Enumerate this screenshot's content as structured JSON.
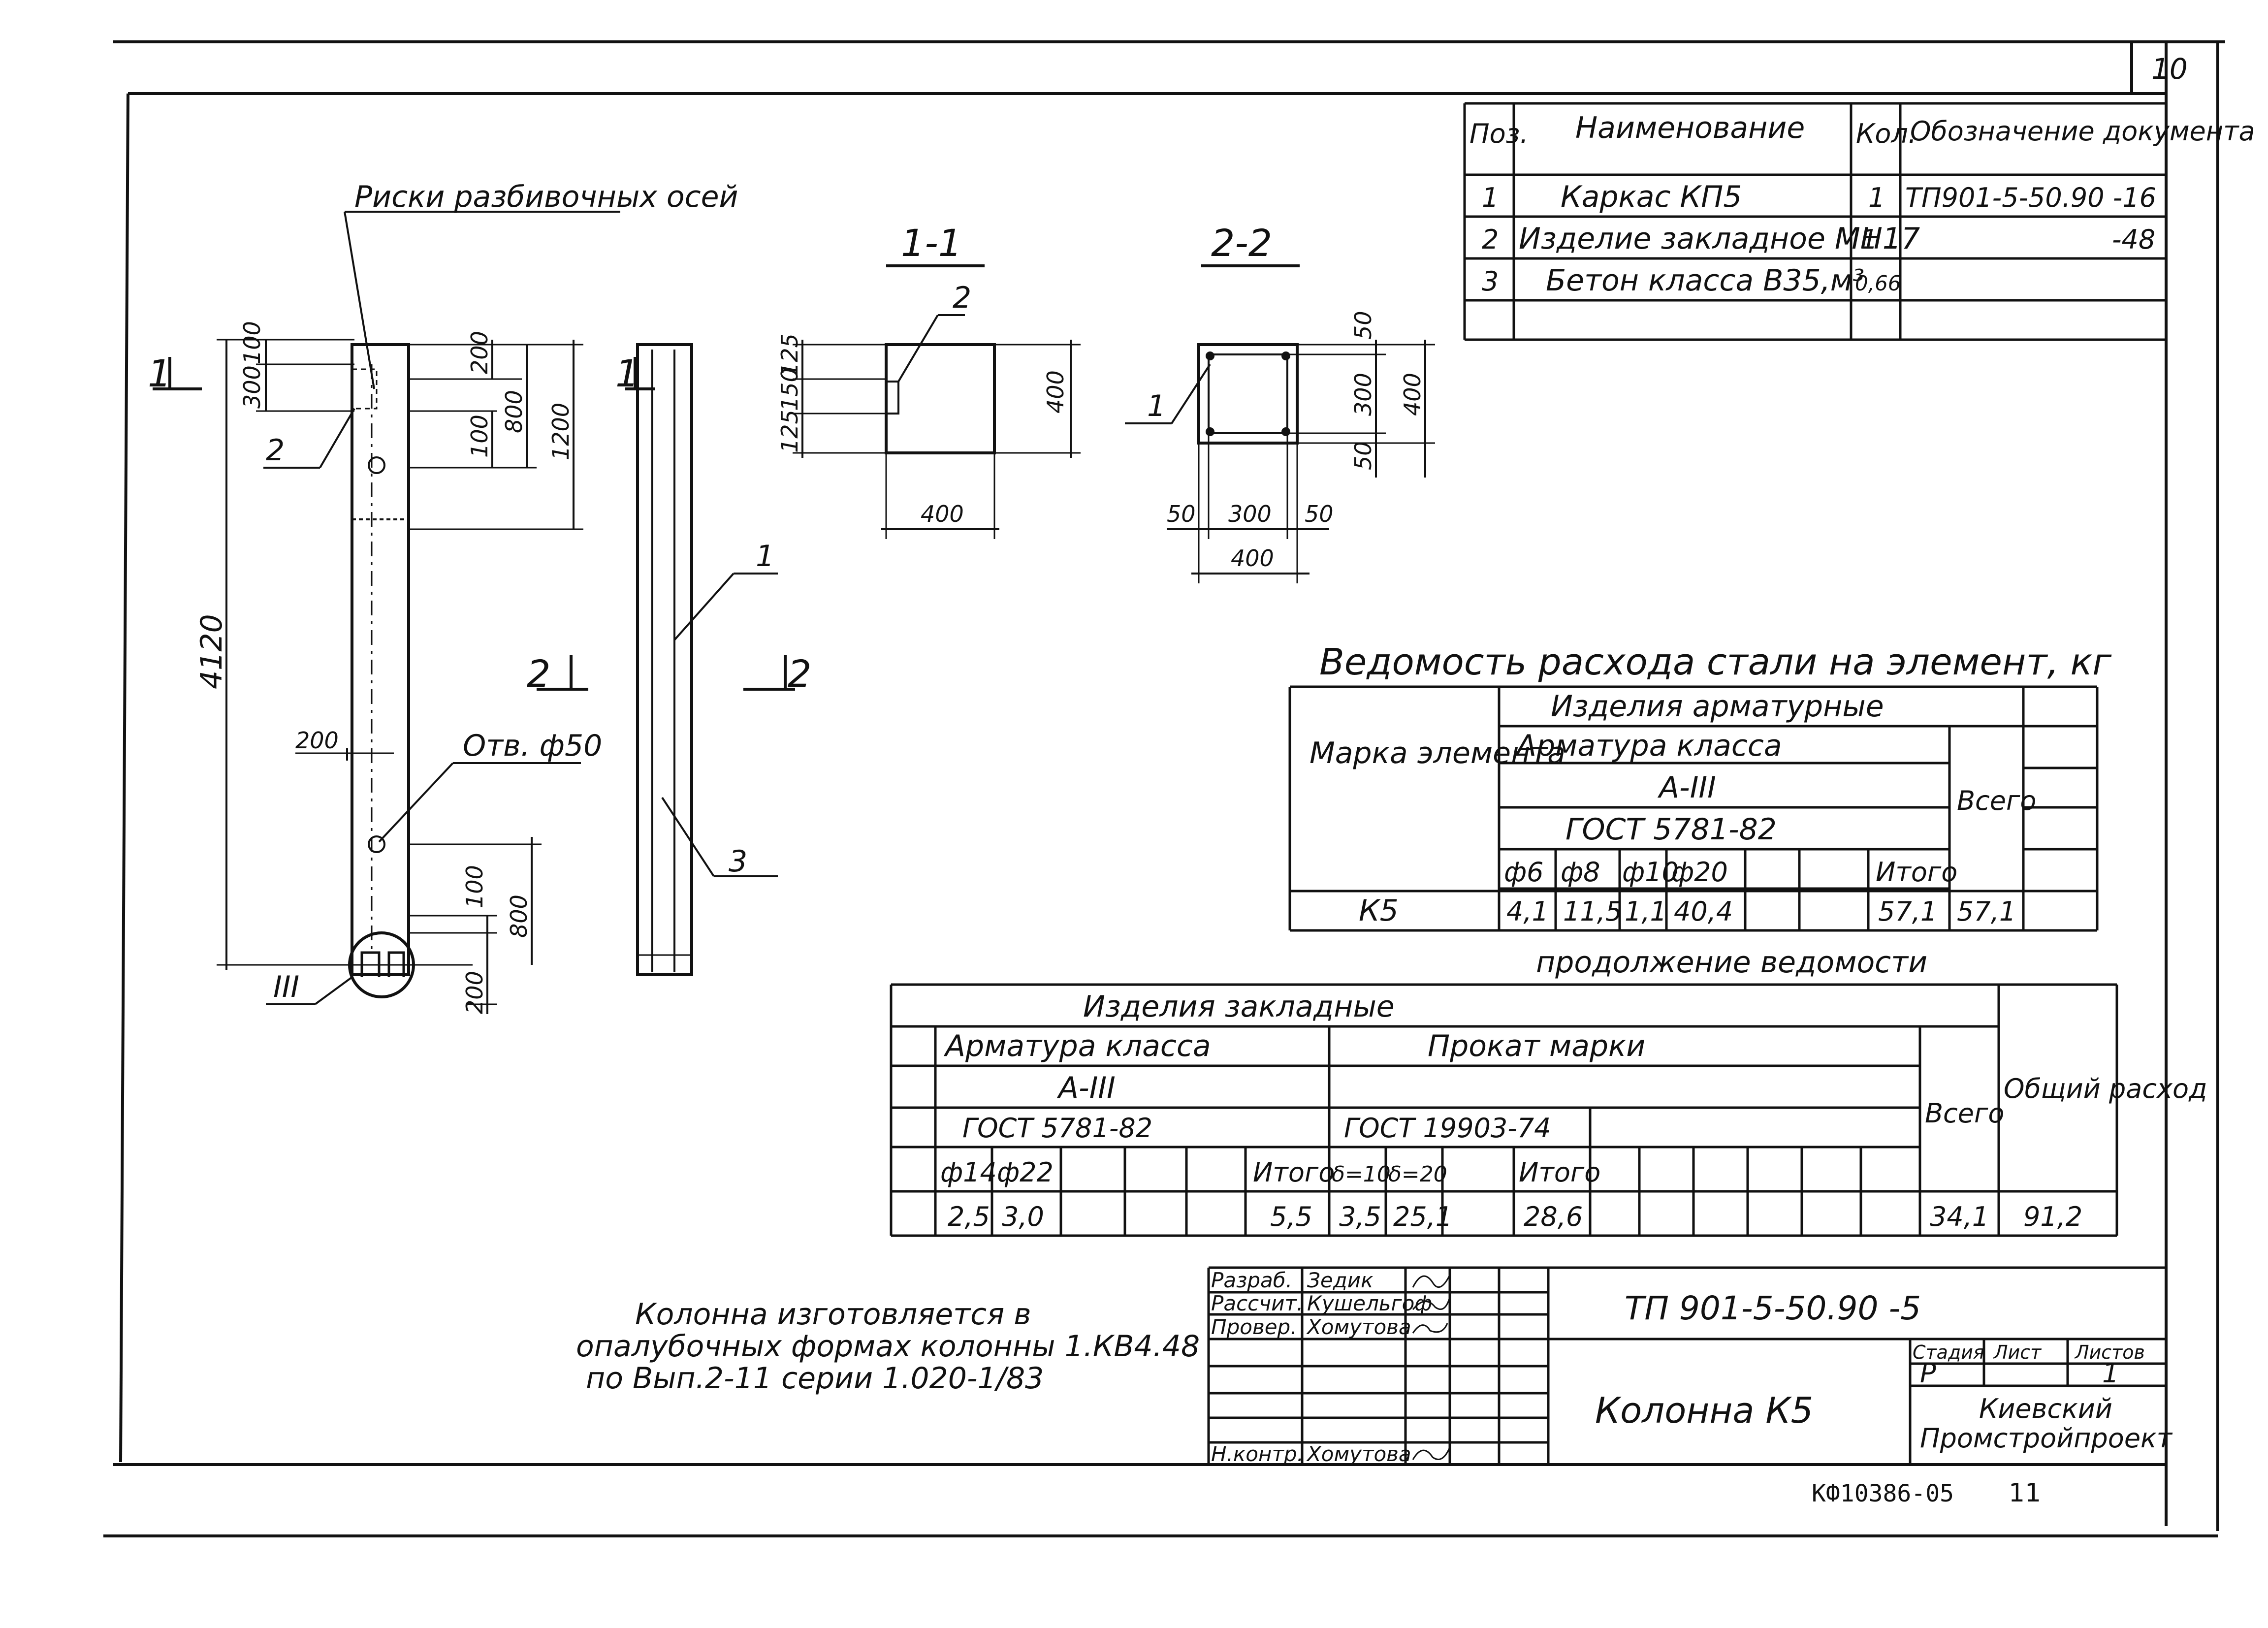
{
  "sheet": {
    "corner_number": "10",
    "archive_code": "КФ10386-05",
    "archive_page": "11"
  },
  "spec_table": {
    "headers": {
      "pos": "Поз.",
      "name": "Наименование",
      "qty": "Кол.",
      "doc": "Обозначение документа"
    },
    "rows": [
      {
        "pos": "1",
        "name": "Каркас КП5",
        "qty": "1",
        "doc": "ТП901-5-50.90 -16"
      },
      {
        "pos": "2",
        "name": "Изделие закладное МН17",
        "qty": "1",
        "doc": "-48"
      },
      {
        "pos": "3",
        "name": "Бетон класса В35,м³",
        "qty": "0,66",
        "doc": ""
      }
    ]
  },
  "drawing": {
    "label_axes": "Риски разбивочных осей",
    "section_1_title": "1-1",
    "section_2_title": "2-2",
    "section_mark_1": "1",
    "section_mark_2": "2",
    "hole_label": "Отв. ф50",
    "node_label": "III",
    "callouts": {
      "c1": "1",
      "c2": "2",
      "c3": "3"
    },
    "dims_elevation": {
      "d100": "100",
      "d300": "300",
      "d200a": "200",
      "d100b": "100",
      "d800": "800",
      "d1200": "1200",
      "d4120": "4120",
      "d200b": "200",
      "d100c": "100",
      "d800b": "800",
      "d200c": "200"
    },
    "dims_section1": {
      "d125": "125",
      "d150": "150",
      "d125b": "125",
      "d400v": "400",
      "d400h": "400"
    },
    "dims_section2": {
      "d50a": "50",
      "d300v": "300",
      "d50b": "50",
      "d400v": "400",
      "d50c": "50",
      "d300h": "300",
      "d50d": "50",
      "d400h": "400"
    }
  },
  "steel_table": {
    "title": "Ведомость расхода стали на элемент, кг",
    "col_mark": "Марка элемента",
    "group": "Изделия арматурные",
    "armature_class": "Арматура класса",
    "class_value": "А-III",
    "gost": "ГОСТ 5781-82",
    "total_label": "Всего",
    "diameters": [
      "ф6",
      "ф8",
      "ф10",
      "ф20",
      "",
      "",
      "Итого"
    ],
    "row": {
      "mark": "К5",
      "values": [
        "4,1",
        "11,5",
        "1,1",
        "40,4",
        "",
        "",
        "57,1"
      ],
      "total": "57,1"
    }
  },
  "continuation_table": {
    "title": "продолжение ведомости",
    "group": "Изделия закладные",
    "armature_class": "Арматура класса",
    "class_value": "А-III",
    "gost_a": "ГОСТ 5781-82",
    "prokat": "Прокат марки",
    "gost_b": "ГОСТ 19903-74",
    "total_label": "Всего",
    "overall_label": "Общий расход",
    "sub_a": [
      "ф14",
      "ф22",
      "",
      "",
      "",
      "Итого"
    ],
    "sub_b": [
      "δ=10",
      "δ=20",
      "Итого",
      "",
      "",
      "",
      "",
      ""
    ],
    "vals_a": [
      "2,5",
      "3,0",
      "",
      "",
      "",
      "5,5"
    ],
    "vals_b": [
      "3,5",
      "25,1",
      "28,6",
      "",
      "",
      "",
      "",
      ""
    ],
    "total": "34,1",
    "overall": "91,2"
  },
  "note": {
    "line1": "Колонна изготовляется в",
    "line2": "опалубочных формах колонны 1.КВ4.48",
    "line3": "по Вып.2-11 серии 1.020-1/83"
  },
  "title_block": {
    "roles": [
      "Разраб.",
      "Рассчит.",
      "Провер.",
      "",
      "",
      "",
      "Н.контр."
    ],
    "names": [
      "Зедик",
      "Кушельгоф",
      "Хомутова",
      "",
      "",
      "",
      "Хомутова"
    ],
    "designation": "ТП 901-5-50.90 -5",
    "element_name": "Колонна К5",
    "stage_label": "Стадия",
    "sheet_label": "Лист",
    "sheets_label": "Листов",
    "stage": "Р",
    "sheets": "1",
    "org_line1": "Киевский",
    "org_line2": "Промстройпроект"
  }
}
